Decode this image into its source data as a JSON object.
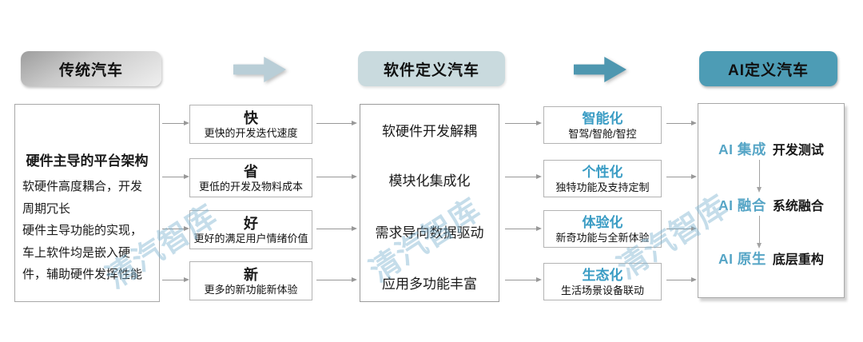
{
  "stages": [
    {
      "label": "传统汽车"
    },
    {
      "label": "软件定义汽车"
    },
    {
      "label": "AI定义汽车"
    }
  ],
  "hardware_platform": {
    "title": "硬件主导的平台架构",
    "paragraphs": [
      "软硬件高度耦合，开发周期冗长",
      "硬件主导功能的实现，车上软件均是嵌入硬件，辅助硬件发挥性能"
    ]
  },
  "benefits": {
    "items": [
      {
        "title": "快",
        "desc": "更快的开发迭代速度"
      },
      {
        "title": "省",
        "desc": "更低的开发及物料成本"
      },
      {
        "title": "好",
        "desc": "更好的满足用户情绪价值"
      },
      {
        "title": "新",
        "desc": "更多的新功能新体验"
      }
    ]
  },
  "sdv_features": {
    "items": [
      "软硬件开发解耦",
      "模块化集成化",
      "需求导向数据驱动",
      "应用多功能丰富"
    ]
  },
  "trends": {
    "items": [
      {
        "title": "智能化",
        "desc": "智驾/智舱/智控"
      },
      {
        "title": "个性化",
        "desc": "独特功能及支持定制"
      },
      {
        "title": "体验化",
        "desc": "新奇功能与全新体验"
      },
      {
        "title": "生态化",
        "desc": "生活场景设备联动"
      }
    ]
  },
  "ai_stages": {
    "items": [
      {
        "name": "AI 集成",
        "desc": "开发测试"
      },
      {
        "name": "AI 融合",
        "desc": "系统融合"
      },
      {
        "name": "AI 原生",
        "desc": "底层重构"
      }
    ]
  },
  "watermark": {
    "text": "清汽智库"
  },
  "colors": {
    "teal_header": "#4d9cb5",
    "light_teal_header": "#c9dade",
    "gray_header_start": "#9d9d9d",
    "light_arrow": "#b9ced7",
    "teal_arrow": "#4e97b0",
    "trend_title_blue": "#3a9cc4",
    "ai_stage_blue": "#56a5c6",
    "watermark_blue": "rgba(126,180,208,0.45)"
  }
}
